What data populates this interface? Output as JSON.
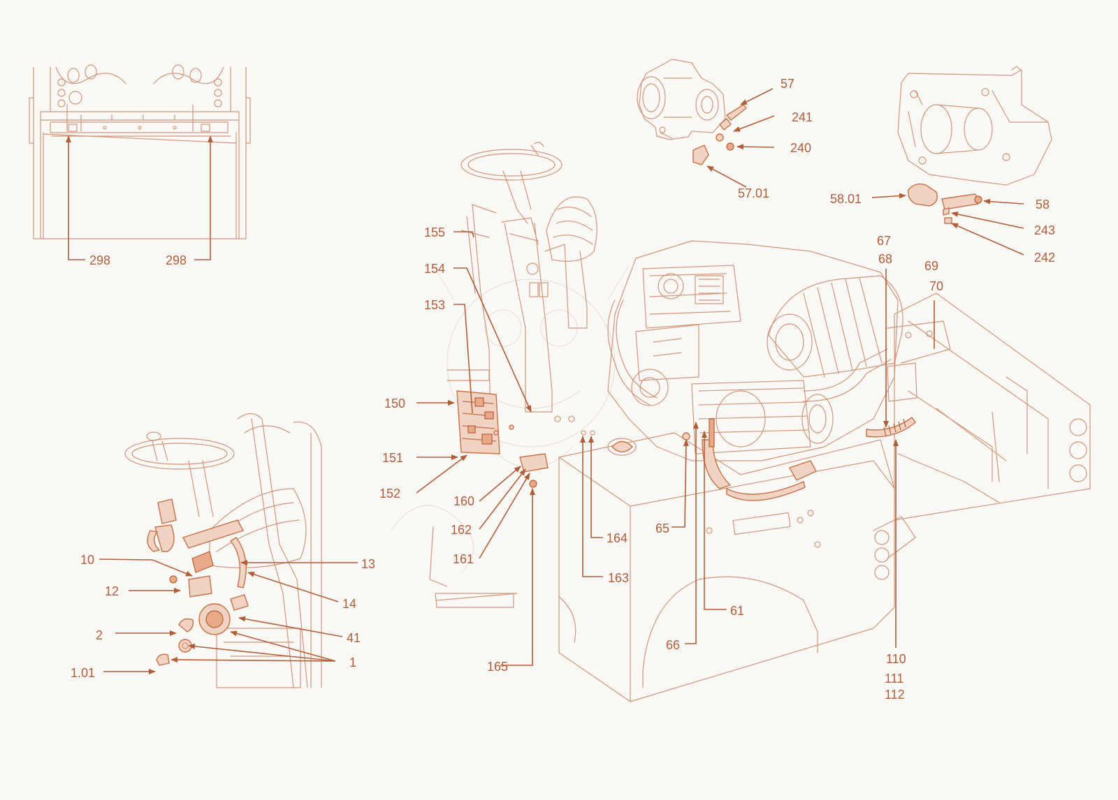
{
  "callouts": {
    "c298a": "298",
    "c298b": "298",
    "c57": "57",
    "c241": "241",
    "c240": "240",
    "c5701": "57.01",
    "c5801": "58.01",
    "c58": "58",
    "c243": "243",
    "c242": "242",
    "c155": "155",
    "c154": "154",
    "c153": "153",
    "c150": "150",
    "c151": "151",
    "c152": "152",
    "c160": "160",
    "c162": "162",
    "c161": "161",
    "c164": "164",
    "c163": "163",
    "c165": "165",
    "c65": "65",
    "c61": "61",
    "c66": "66",
    "c67": "67",
    "c68": "68",
    "c69": "69",
    "c70": "70",
    "c110": "110",
    "c111": "111",
    "c112": "112",
    "c10": "10",
    "c12": "12",
    "c13": "13",
    "c14": "14",
    "c2": "2",
    "c41": "41",
    "c1": "1",
    "c101": "1.01"
  },
  "colors": {
    "line": "#d2957a",
    "accent": "#b35d38",
    "background": "#fbf9f6"
  }
}
